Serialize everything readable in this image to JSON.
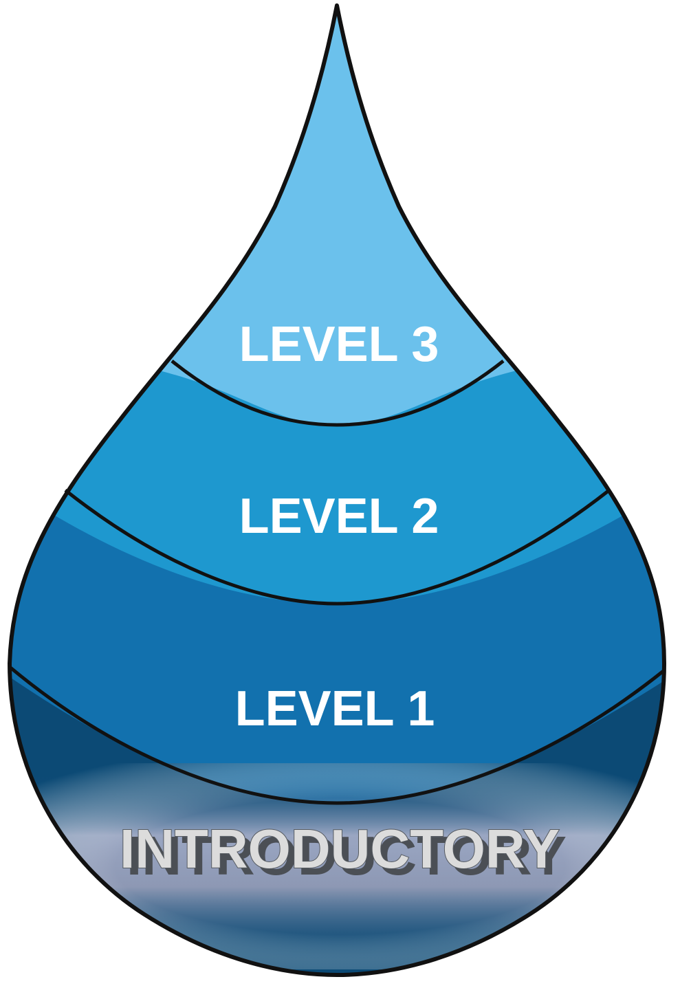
{
  "diagram": {
    "layers": [
      {
        "id": "level-3",
        "label": "LEVEL 3",
        "color": "#6bc1ec"
      },
      {
        "id": "level-2",
        "label": "LEVEL 2",
        "color": "#1e98cf"
      },
      {
        "id": "level-1",
        "label": "LEVEL 1",
        "color": "#1271ae"
      },
      {
        "id": "introductory",
        "label": "INTRODUCTORY",
        "color": "#0c4a75"
      }
    ],
    "outline_color": "#111111",
    "intro_band_color": "#8a97b2"
  }
}
